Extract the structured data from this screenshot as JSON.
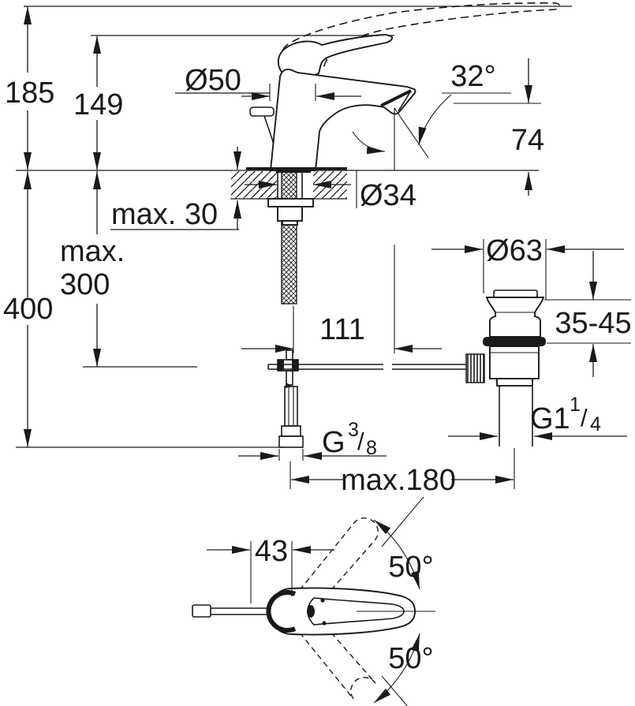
{
  "page": {
    "background": "#ffffff",
    "ink_color": "#1a1a1a"
  },
  "drawing": {
    "subject": "Single-lever basin mixer with pop-up waste — installation dimension drawing",
    "units": "mm",
    "views": {
      "main": "side elevation with mounting deck, supply hose and pop-up waste",
      "secondary": "plan view with handle swivel range"
    }
  },
  "dims": {
    "overall_height": "185",
    "lever_height": "149",
    "body_diameter": "Ø50",
    "spout_angle": "32°",
    "spout_height": "74",
    "deck_thickness_max": "max. 30",
    "hole_diameter": "Ø34",
    "hose_depth_line1": "max.",
    "hose_depth_line2": "300",
    "install_depth": "400",
    "spout_reach": "111",
    "waste_flange_diameter": "Ø63",
    "waste_deck_range": "35-45",
    "waste_thread_base": "G1",
    "waste_thread_num": "1",
    "waste_thread_slash": "/",
    "waste_thread_den": "4",
    "supply_thread_base": "G",
    "supply_thread_num": "3",
    "supply_thread_slash": "/",
    "supply_thread_den": "8",
    "center_distance_max": "max.180",
    "plan_offset": "43",
    "swivel_upper": "50°",
    "swivel_lower": "50°"
  }
}
